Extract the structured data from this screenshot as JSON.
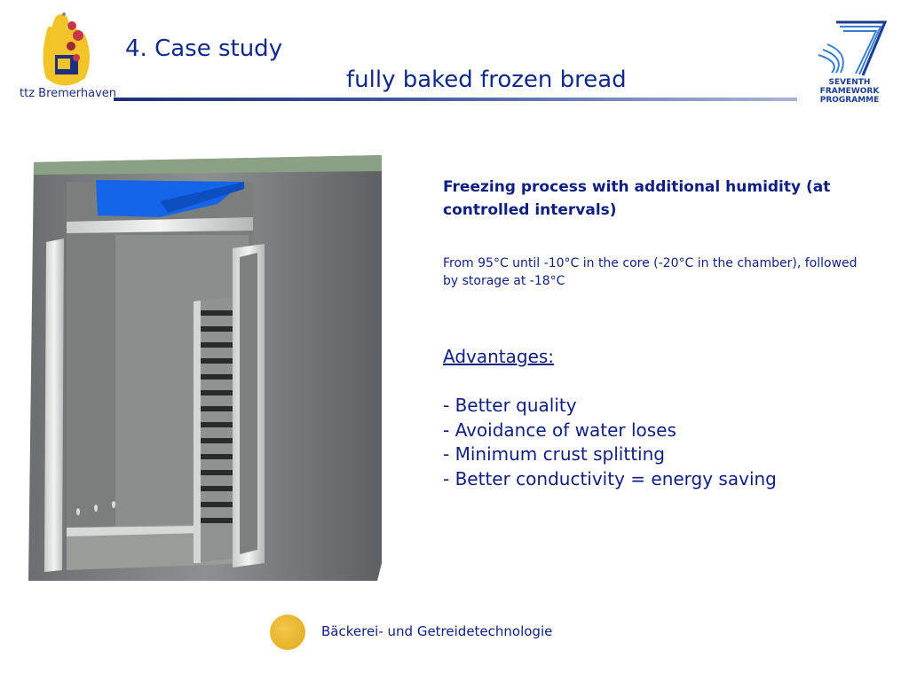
{
  "header": {
    "title": "4. Case study",
    "subtitle": "fully baked frozen bread",
    "logo_left_text": "ttz Bremerhaven",
    "logo_right_line1": "SEVENTH FRAMEWORK",
    "logo_right_line2": "PROGRAMME"
  },
  "content": {
    "heading": "Freezing process with additional humidity (at controlled  intervals)",
    "process": "From 95°C until -10°C in the core (-20°C in the chamber), followed by storage at -18°C",
    "advantages_title": "Advantages:",
    "advantages": [
      "- Better quality",
      "- Avoidance of water loses",
      "- Minimum crust splitting",
      "- Better conductivity = energy saving"
    ]
  },
  "footer": {
    "text": "Bäckerei- und Getreidetechnologie"
  },
  "colors": {
    "text": "#0f1f80",
    "accent_yellow": "#f1c232",
    "accent_blue": "#1565e8"
  }
}
